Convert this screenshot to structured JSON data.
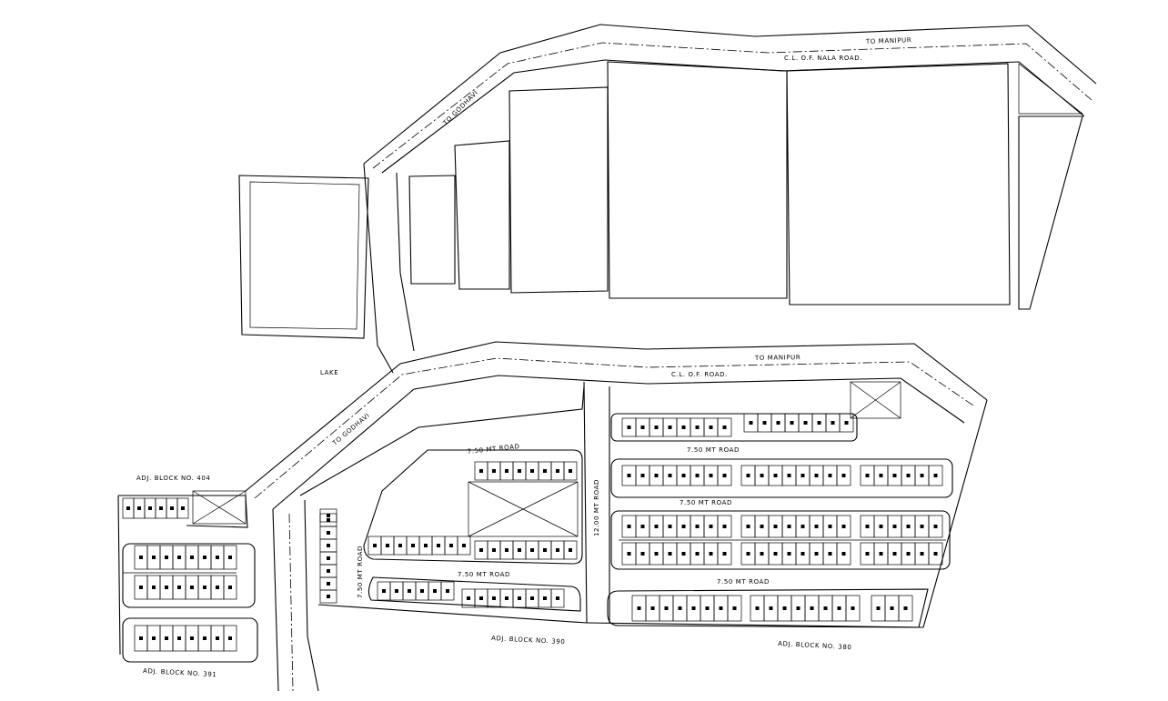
{
  "labels": {
    "to_manipur_top": "TO MANIPUR",
    "cl_nala_road": "C.L. O.F. NALA ROAD.",
    "to_godhavi_top": "TO GODHAVI",
    "lake": "LAKE",
    "to_manipur_bottom": "TO MANIPUR",
    "cl_road": "C.L. O.F. ROAD.",
    "to_godhavi_bottom": "TO GODHAVI",
    "adj_block_404": "ADJ. BLOCK NO. 404",
    "adj_block_391": "ADJ. BLOCK NO. 391",
    "adj_block_390": "ADJ. BLOCK NO. 390",
    "adj_block_380": "ADJ. BLOCK NO. 380",
    "road_750_a": "7.50 MT ROAD",
    "road_750_b": "7.50 MT ROAD",
    "road_750_c": "7.50 MT ROAD",
    "road_750_d": "7.50 MT ROAD",
    "road_750_e": "7.50 MT ROAD",
    "road_750_f": "7.50 MT ROAD",
    "road_1200": "12.00 MT ROAD"
  },
  "colors": {
    "ink": "#000000",
    "paper": "#ffffff"
  }
}
